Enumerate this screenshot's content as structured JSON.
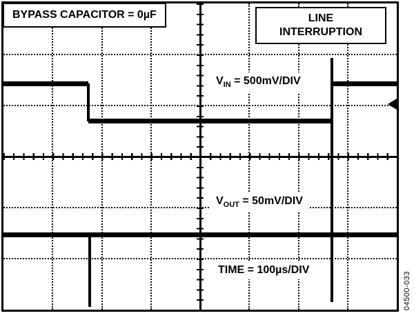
{
  "figure": {
    "labels": {
      "bypass": "BYPASS CAPACITOR = 0µF",
      "interruption_line1": "LINE",
      "interruption_line2": "INTERRUPTION",
      "vin_base": "V",
      "vin_sub": "IN",
      "vin_rest": " = 500mV/DIV",
      "vout_base": "V",
      "vout_sub": "OUT",
      "vout_rest": " = 50mV/DIV",
      "time": "TIME = 100µs/DIV",
      "figure_id": "04500-033"
    }
  },
  "chart_data": {
    "type": "line",
    "instrument": "oscilloscope-screenshot",
    "title": "Line Interruption Response, Bypass Capacitor = 0µF",
    "annotations": [
      "BYPASS CAPACITOR = 0µF",
      "LINE INTERRUPTION"
    ],
    "x_axis": {
      "label": "TIME",
      "scale_per_div": "100µs",
      "divisions": 8
    },
    "y_axis": {
      "divisions": 6
    },
    "grid": {
      "cols": 8,
      "rows": 6,
      "style": "dotted gridlines, solid center axes with 0.2-div tick marks"
    },
    "series": [
      {
        "name": "VIN",
        "scale_per_div": "500mV",
        "description": "Input sits high, steps down about 0.74 div (~370mV) at t≈1.73 div, remains low for ~5 div (~500µs), then steps back high at t≈6.68 div with a narrow overshoot spike"
      },
      {
        "name": "VOUT",
        "scale_per_div": "50mV",
        "description": "Output stays flat; narrow downward transient spike at t≈1.75 div when line drops and a tall narrow transient at t≈6.68 div when line recovers"
      }
    ],
    "trigger_marker": {
      "position": "right-edge",
      "y_div": 1.96
    },
    "segments": [
      {
        "series": "vin",
        "x1": 0,
        "y1": 1.57,
        "x2": 1.726,
        "y2": 1.57
      },
      {
        "series": "vin",
        "x1": 1.726,
        "y1": 1.57,
        "x2": 1.726,
        "y2": 2.31
      },
      {
        "series": "vin",
        "x1": 1.726,
        "y1": 2.31,
        "x2": 6.68,
        "y2": 2.31
      },
      {
        "series": "vin-vout-transient",
        "x1": 6.68,
        "y1": 1.07,
        "x2": 6.68,
        "y2": 5.85
      },
      {
        "series": "vin",
        "x1": 6.68,
        "y1": 1.57,
        "x2": 8,
        "y2": 1.57
      },
      {
        "series": "vout",
        "x1": 0,
        "y1": 4.54,
        "x2": 8,
        "y2": 4.54
      },
      {
        "series": "vout",
        "x1": 1.754,
        "y1": 4.54,
        "x2": 1.754,
        "y2": 5.95
      }
    ]
  }
}
